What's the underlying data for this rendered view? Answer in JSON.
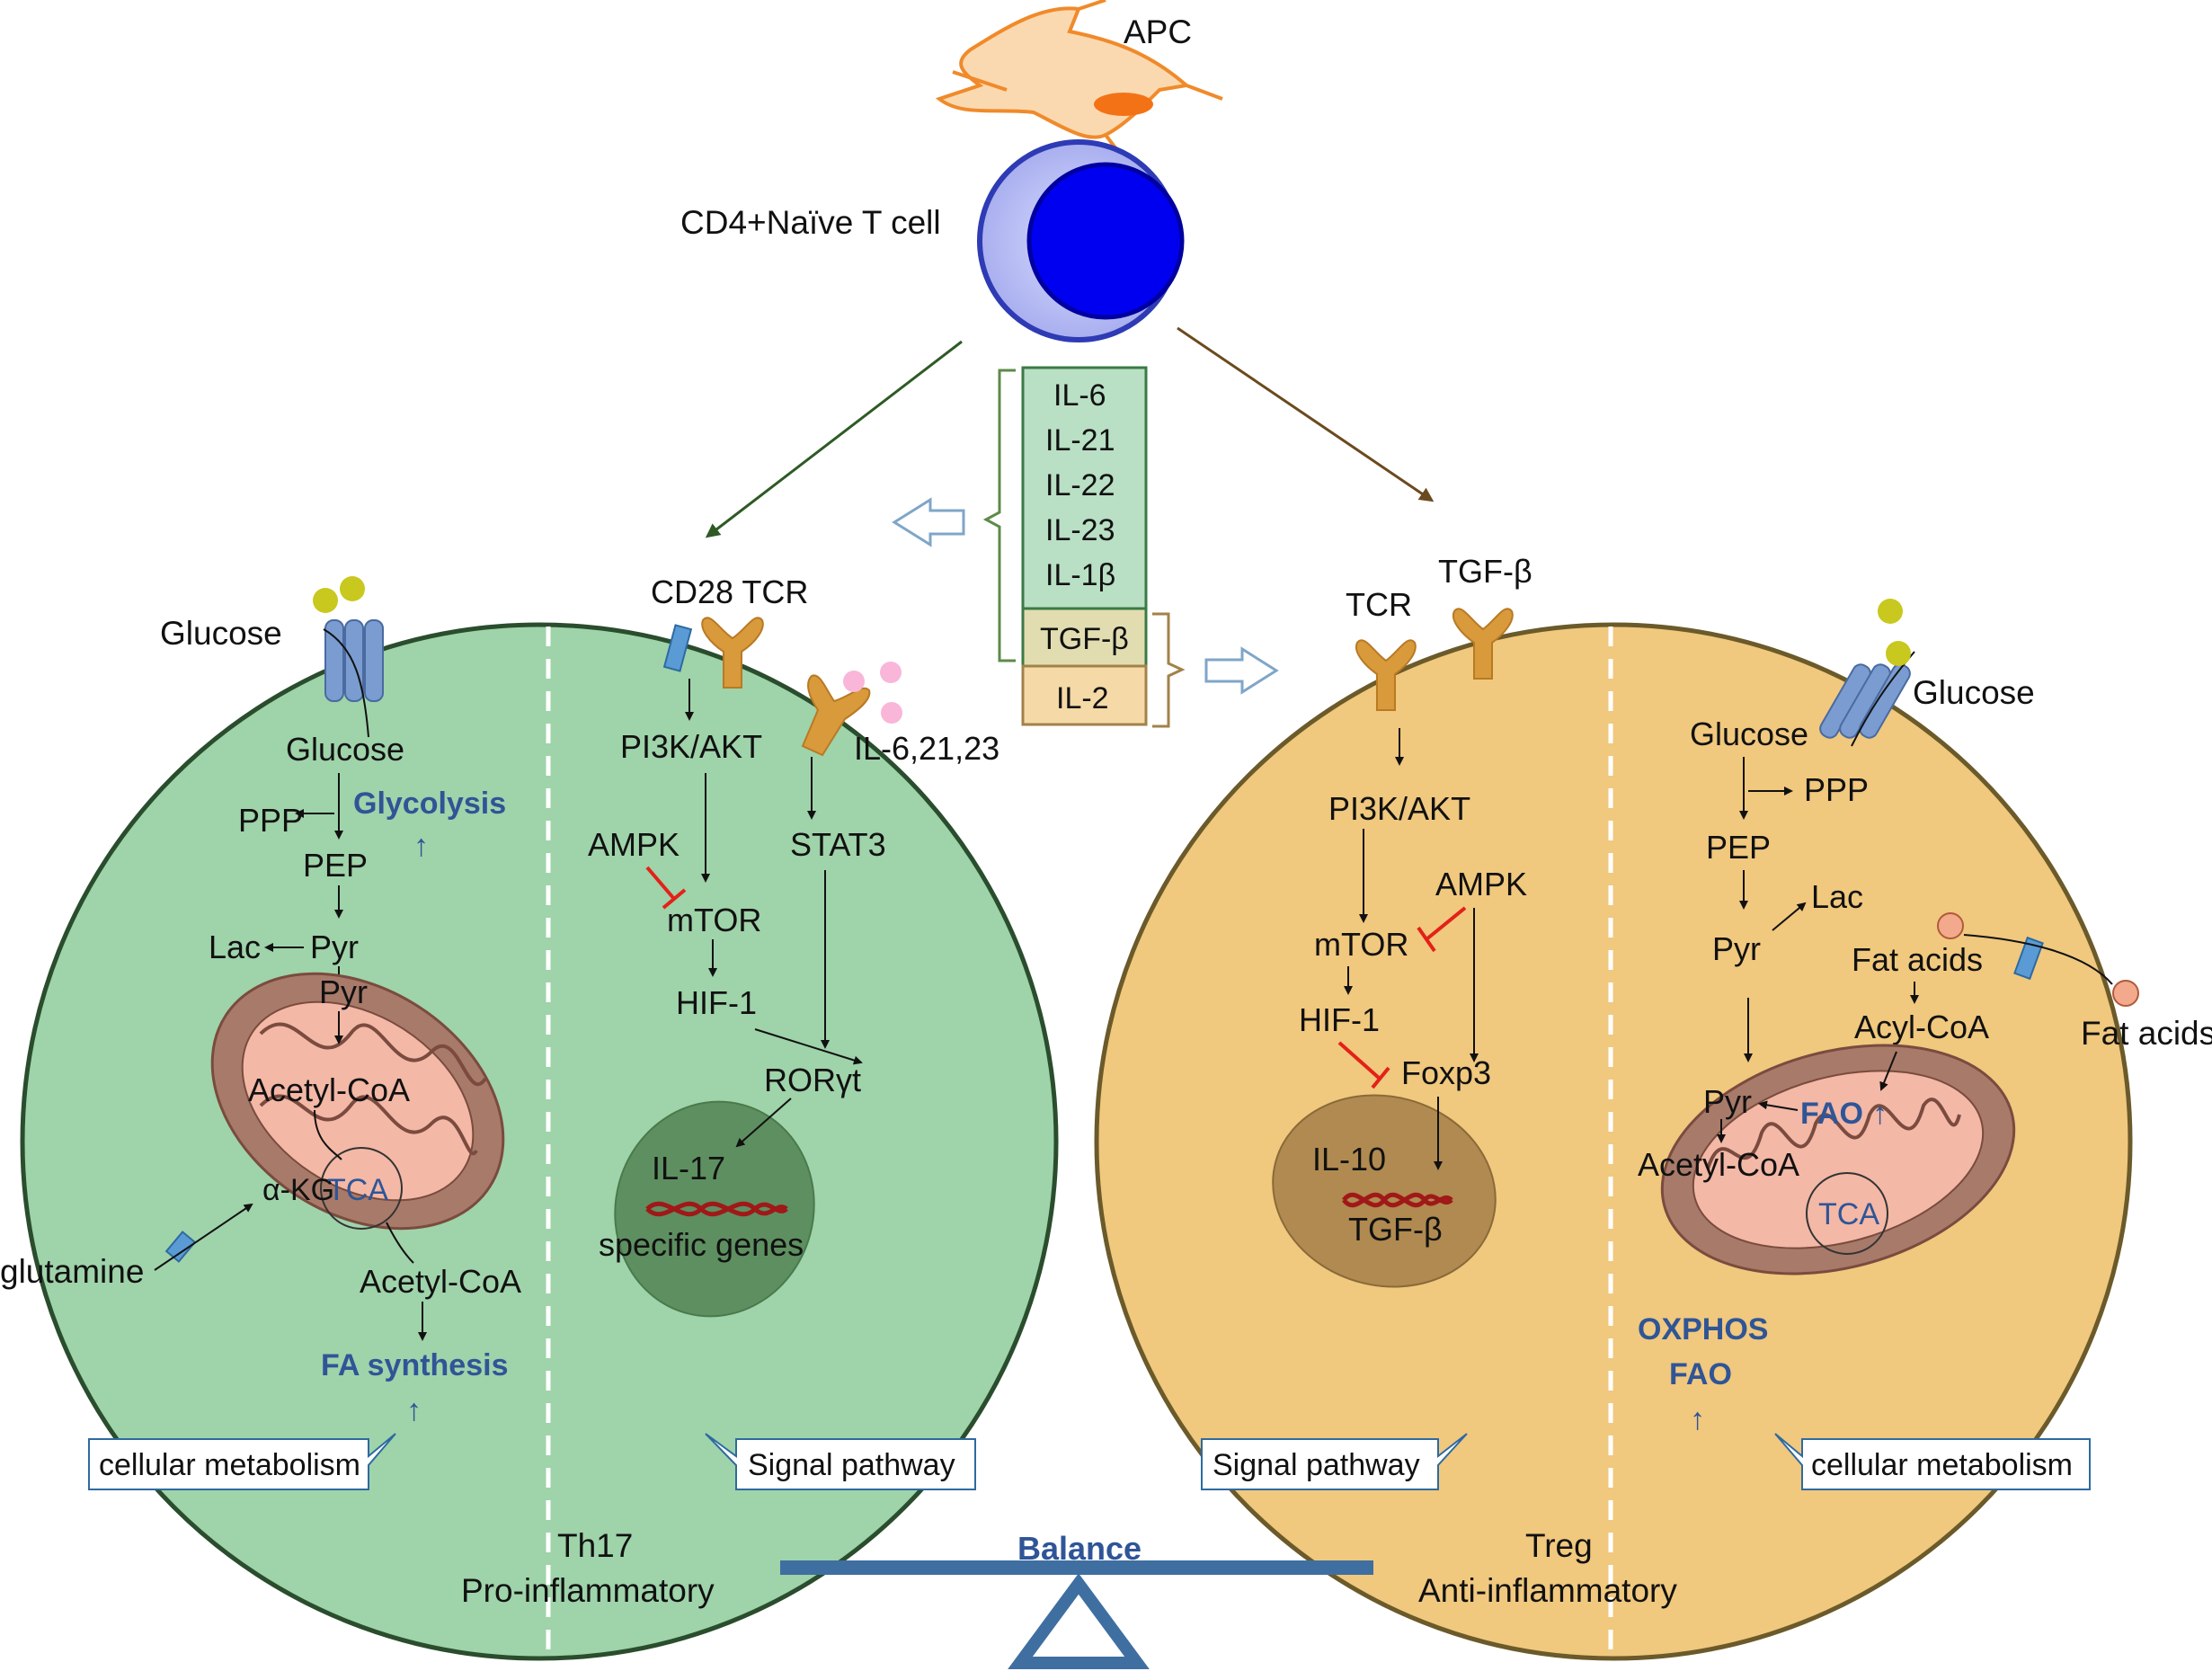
{
  "top": {
    "apc": "APC",
    "naive": "CD4+Naïve T cell"
  },
  "cytokines": {
    "items": [
      "IL-6",
      "IL-21",
      "IL-22",
      "IL-23",
      "IL-1β"
    ],
    "tgf": "TGF-β",
    "il2": "IL-2"
  },
  "left_cell": {
    "glucose_out": "Glucose",
    "glucose_in": "Glucose",
    "glycolysis": "Glycolysis",
    "ppp": "PPP",
    "pep": "PEP",
    "lac": "Lac",
    "pyr1": "Pyr",
    "pyr2": "Pyr",
    "acetylcoa1": "Acetyl-CoA",
    "akg": "α-KG",
    "tca": "TCA",
    "glutamine": "glutamine",
    "acetylcoa2": "Acetyl-CoA",
    "fa_synthesis": "FA synthesis",
    "up": "↑",
    "cd28tcr": "CD28 TCR",
    "pi3k": "PI3K/AKT",
    "il6_21_23": "IL-6,21,23",
    "ampk": "AMPK",
    "stat3": "STAT3",
    "mtor": "mTOR",
    "hif1": "HIF-1",
    "roryt": "RORγt",
    "il17": "IL-17",
    "specific_genes": "specific genes",
    "callout_metab": "cellular metabolism",
    "callout_signal": "Signal pathway"
  },
  "right_cell": {
    "tcr": "TCR",
    "tgfb": "TGF-β",
    "glucose_out": "Glucose",
    "glucose_in": "Glucose",
    "pi3k": "PI3K/AKT",
    "ampk": "AMPK",
    "mtor": "mTOR",
    "hif1": "HIF-1",
    "foxp3": "Foxp3",
    "il10": "IL-10",
    "tgfb_in": "TGF-β",
    "ppp": "PPP",
    "pep": "PEP",
    "lac": "Lac",
    "pyr1": "Pyr",
    "fat_acids_in": "Fat acids",
    "fat_acids_out": "Fat acids",
    "acylcoa": "Acyl-CoA",
    "pyr2": "Pyr",
    "fao": "FAO",
    "acetylcoa": "Acetyl-CoA",
    "tca": "TCA",
    "oxphos": "OXPHOS",
    "fao2": "FAO",
    "up": "↑",
    "callout_signal": "Signal pathway",
    "callout_metab": "cellular metabolism"
  },
  "bottom": {
    "th17": "Th17",
    "pro": "Pro-inflammatory",
    "balance": "Balance",
    "treg": "Treg",
    "anti": "Anti-inflammatory"
  },
  "colors": {
    "th17_cell": "#9fd3aa",
    "treg_cell": "#f0c87e",
    "accent_blue": "#2f5597",
    "inhibit_red": "#e32119",
    "cytokine_green": "#b9dfc5",
    "cytokine_tan": "#f5d9a6"
  }
}
